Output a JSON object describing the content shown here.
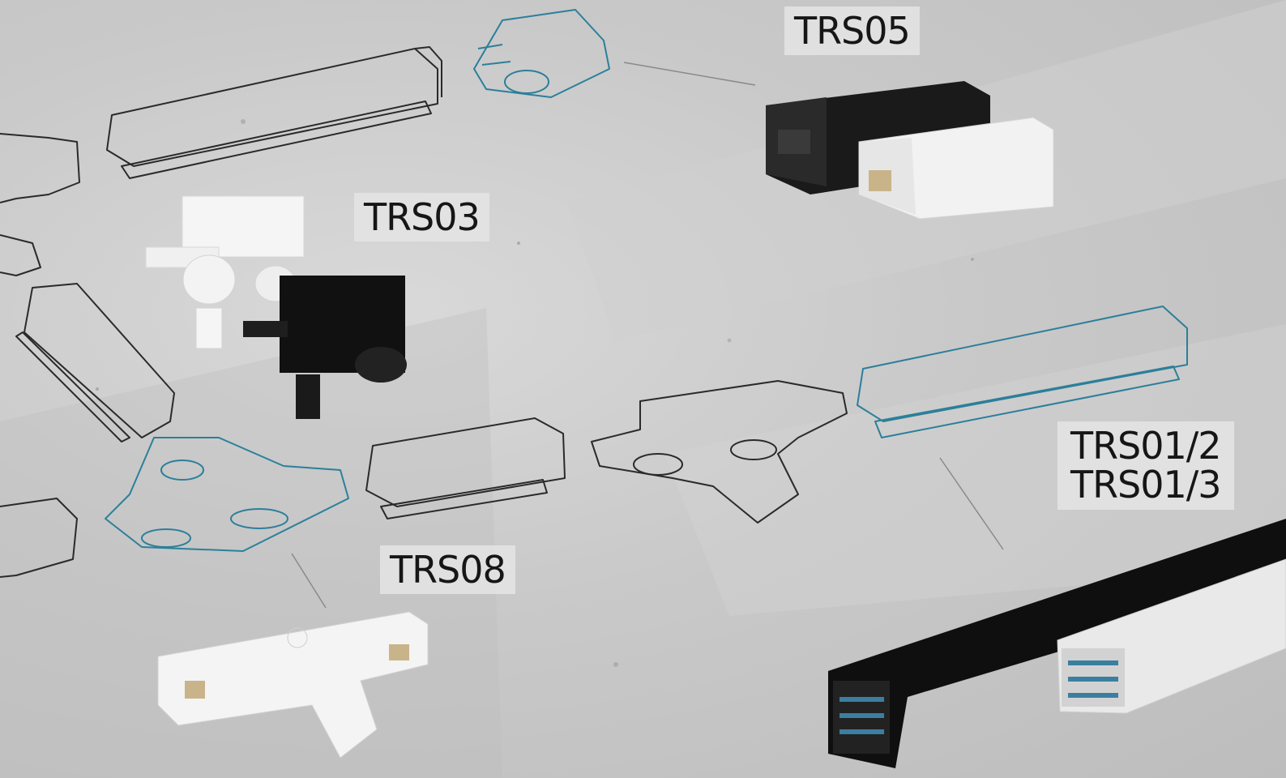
{
  "labels": {
    "trs05": "TRS05",
    "trs03": "TRS03",
    "trs08": "TRS08",
    "trs01_2": "TRS01/2",
    "trs01_3": "TRS01/3"
  },
  "colors": {
    "background": "#c9c9c9",
    "outline_dark": "#2a2a2a",
    "outline_accent": "#2c7f9a",
    "label_bg": "#e4e4e4",
    "product_black": "#141414",
    "product_white": "#f4f4f4"
  }
}
